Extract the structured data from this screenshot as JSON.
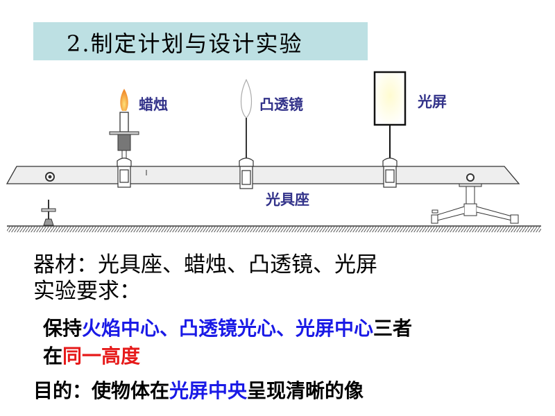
{
  "title": "2.制定计划与设计实验",
  "diagram": {
    "candle_label": "蜡烛",
    "lens_label": "凸透镜",
    "screen_label": "光屏",
    "bench_label": "光具座"
  },
  "text": {
    "materials": "器材：光具座、蜡烛、凸透镜、光屏",
    "requirement_heading": "实验要求：",
    "req_part1": "保持",
    "req_part2": "火焰中心、凸透镜光心、光屏中心",
    "req_part3": "三者",
    "req_part4": "在",
    "req_part5": "同一高度",
    "purpose_part1": "目的：使物体在",
    "purpose_part2": "光屏中央",
    "purpose_part3": "呈现清晰的像"
  },
  "colors": {
    "title_bg": "#bde0e3",
    "label": "#33338a",
    "highlight_blue": "#1a1ae6",
    "highlight_red": "#e61a1a"
  }
}
